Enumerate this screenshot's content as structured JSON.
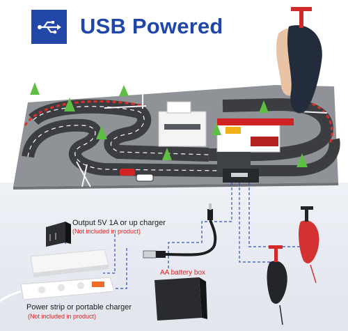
{
  "header": {
    "title": "USB Powered",
    "usb_icon": "usb-icon"
  },
  "accessories": {
    "charger_label": "Output 5V 1A or up charger",
    "charger_note": "(Not included in product)",
    "battery_box_label": "AA battery box",
    "power_strip_label": "Power strip or portable charger",
    "power_strip_note": "(Not included in product)"
  },
  "colors": {
    "brand_blue": "#1f47aa",
    "note_red": "#e02020",
    "dashed_line": "#2b4fbf"
  }
}
